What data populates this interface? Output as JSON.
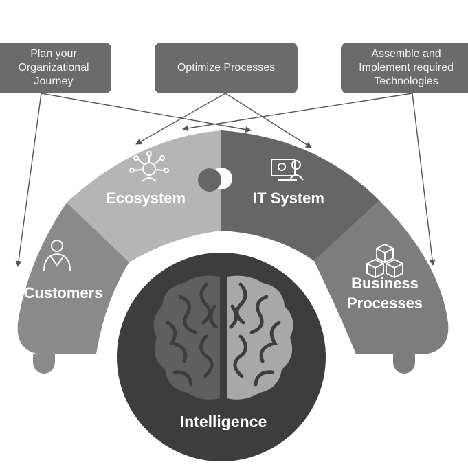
{
  "callouts": {
    "plan": "Plan your\nOrganizational\nJourney",
    "optimize": "Optimize Processes",
    "assemble": "Assemble and\nImplement required\nTechnologies"
  },
  "segments": {
    "customers": "Customers",
    "ecosystem": "Ecosystem",
    "it_system": "IT System",
    "business_line1": "Business",
    "business_line2": "Processes"
  },
  "center": {
    "label": "Intelligence"
  },
  "colors": {
    "callout_bg": "#6b6b6b",
    "customers": "#8a8a8a",
    "ecosystem": "#b5b5b5",
    "it_system": "#666666",
    "business": "#7d7d7d",
    "center_circle": "#3d3d3d",
    "brain_left": "#5f5f5f",
    "brain_right": "#a8a8a8",
    "arrow": "#555555"
  },
  "icons": {
    "ecosystem": "network-people-icon",
    "it_system": "computer-user-icon",
    "customers": "person-icon",
    "business": "boxes-icon",
    "center": "brain-icon"
  }
}
